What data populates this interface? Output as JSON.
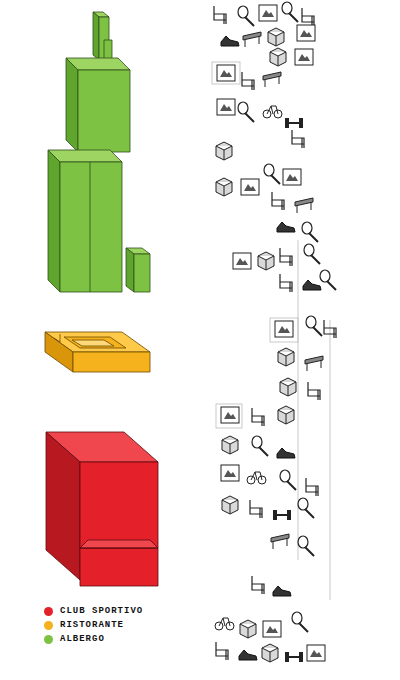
{
  "diagram": {
    "legend": [
      {
        "text": "CLUB SPORTIVO",
        "color": "#e4202a"
      },
      {
        "text": "RISTORANTE",
        "color": "#f5b21c"
      },
      {
        "text": "ALBERGO",
        "color": "#7dc242"
      }
    ]
  }
}
